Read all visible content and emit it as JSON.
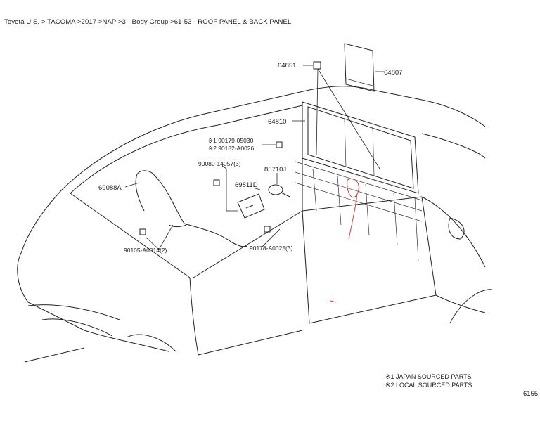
{
  "breadcrumb": "Toyota U.S. > TACOMA >2017 >NAP >3 - Body Group >61-53 - ROOF PANEL & BACK PANEL",
  "legend": {
    "note1": "※1 JAPAN SOURCED PARTS",
    "note2": "※2 LOCAL SOURCED PARTS"
  },
  "page_number": "6155",
  "callouts": {
    "p64851": "64851",
    "p64807": "64807",
    "p64810": "64810",
    "p90179_05030": "※1 90179-05030",
    "p90182_a0026": "※2 90182-A0026",
    "p90080_14057": "90080-14057(3)",
    "p85710j": "85710J",
    "p69811d": "69811D",
    "p69088a": "69088A",
    "p90105_a0014": "90105-A0014(2)",
    "p90178_a0025": "90178-A0025(3)"
  },
  "colors": {
    "line": "#222222",
    "annotation": "#d44040"
  }
}
